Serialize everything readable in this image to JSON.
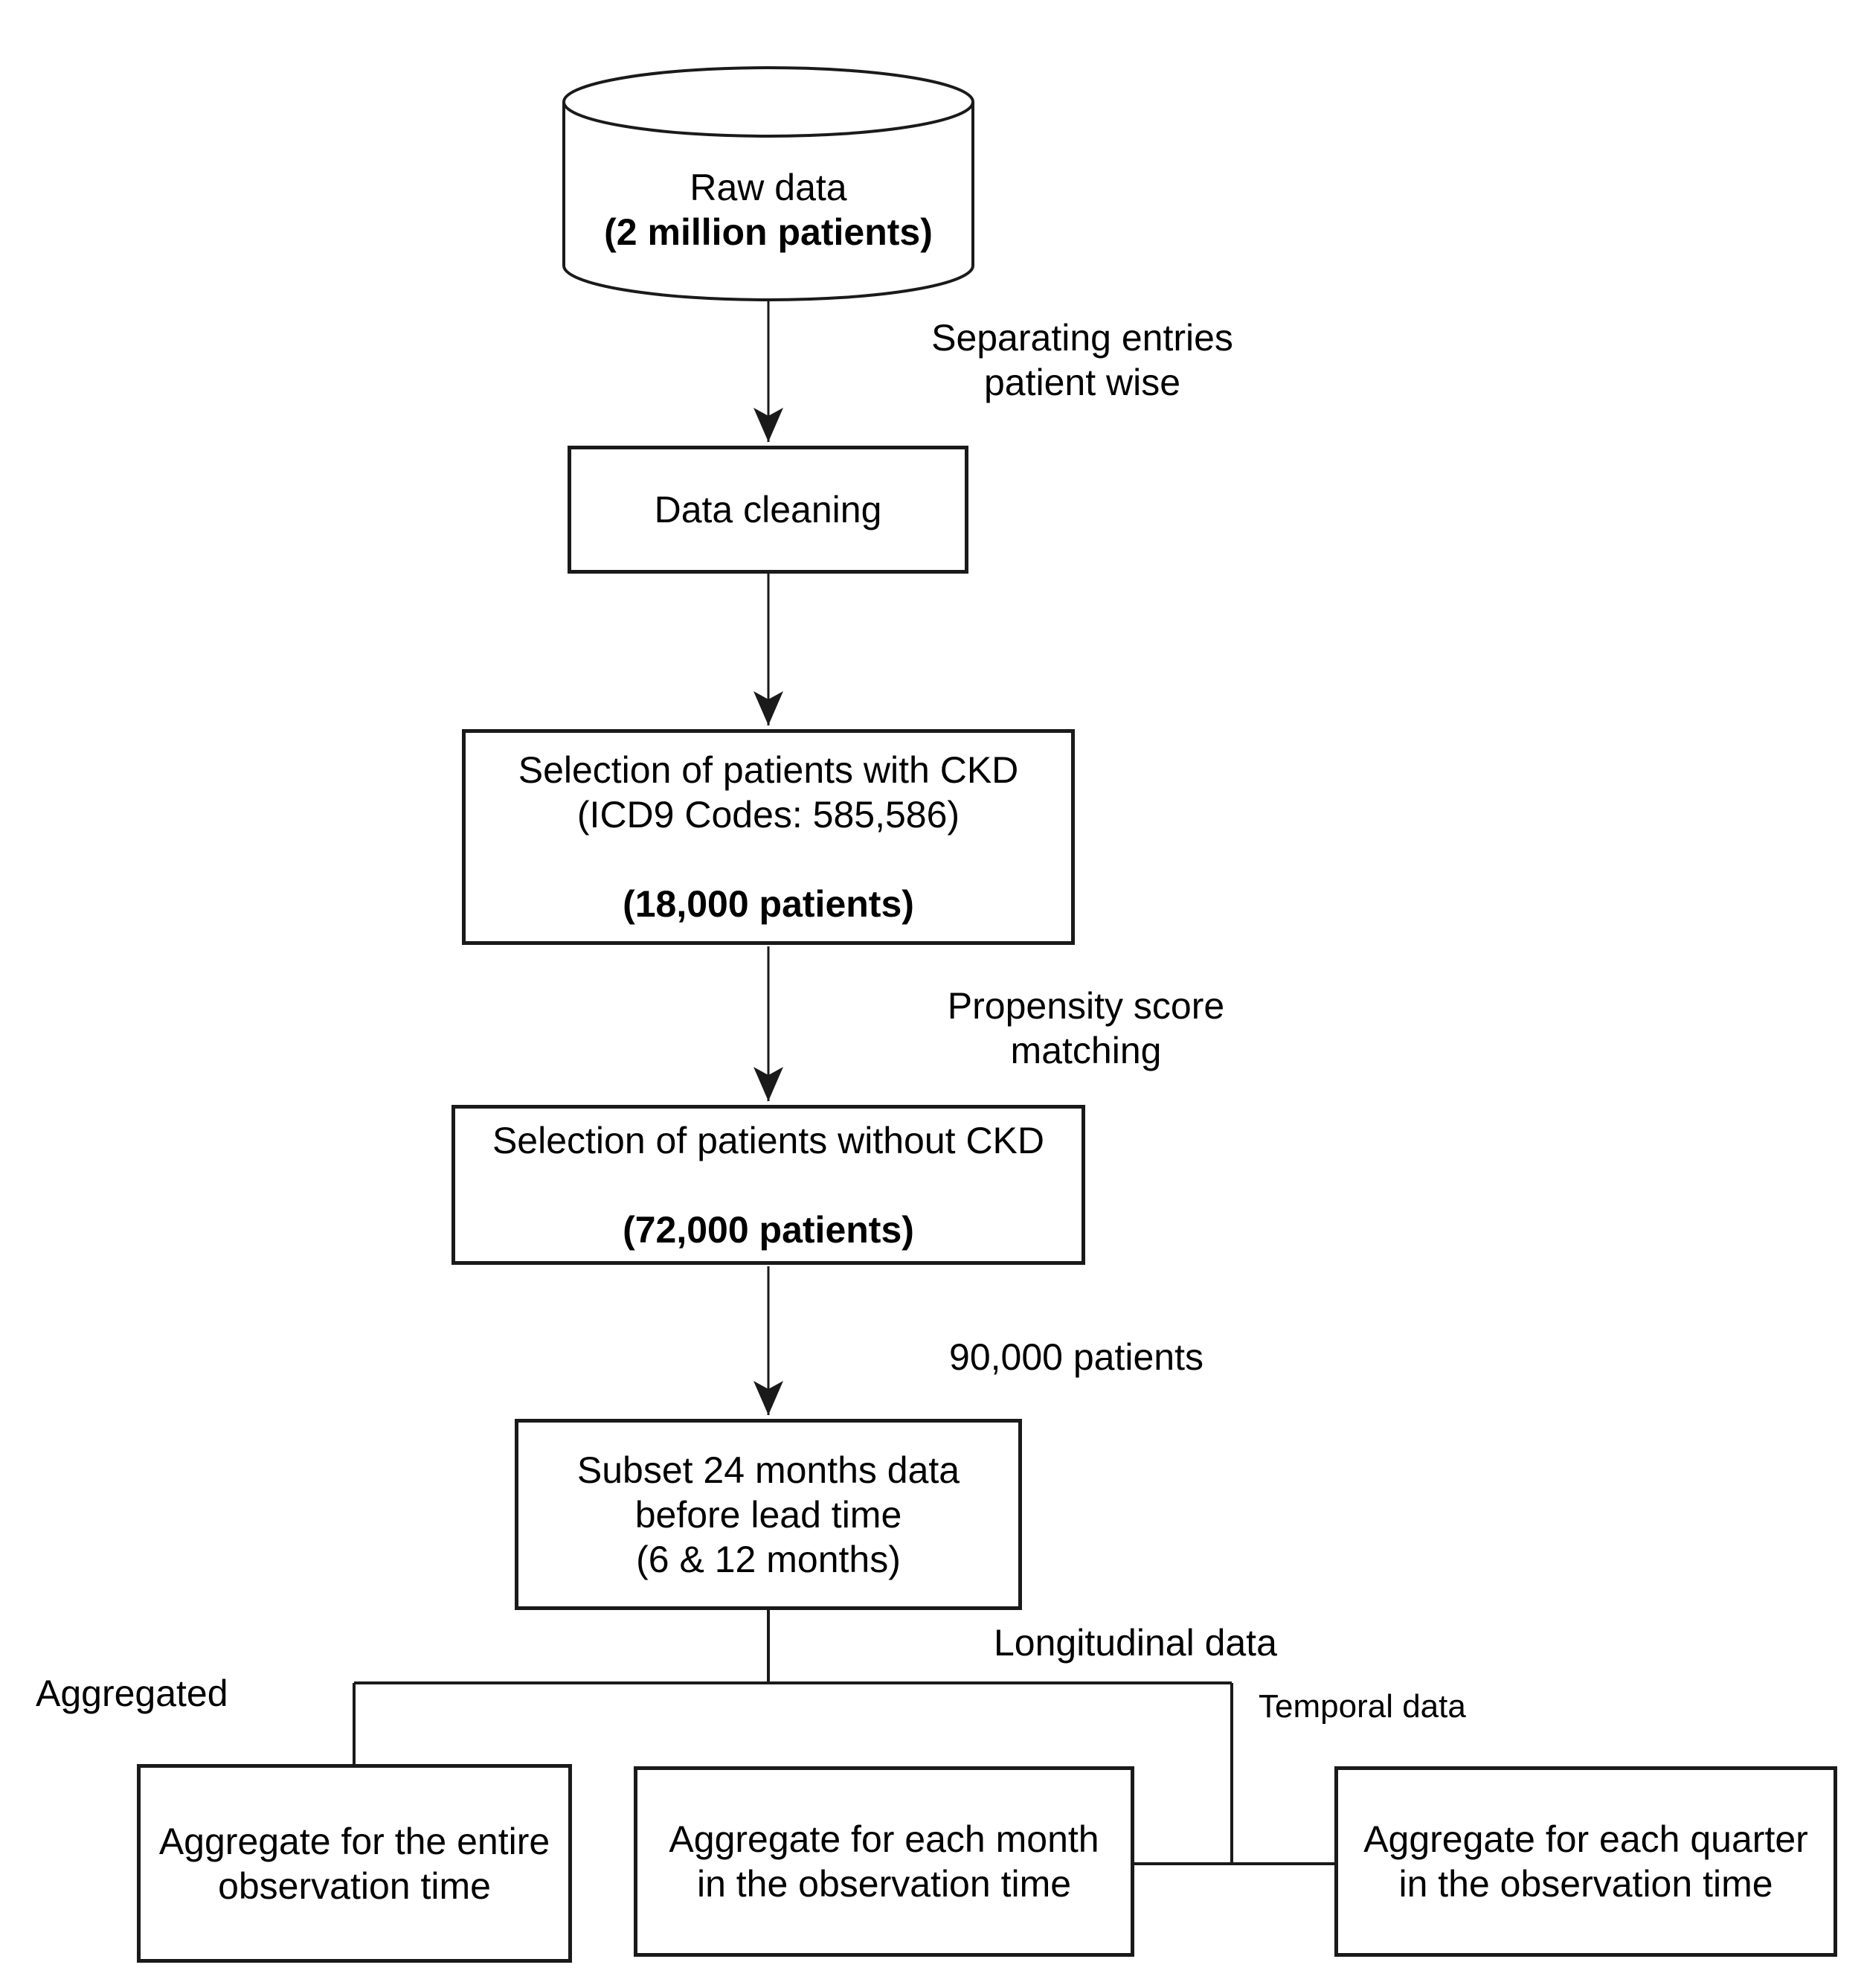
{
  "nodes": {
    "raw_data": {
      "lines": [
        "Raw data",
        "(2 million patients)"
      ]
    },
    "data_cleaning": {
      "lines": [
        "Data cleaning"
      ]
    },
    "ckd_selection": {
      "lines": [
        "Selection of patients with CKD",
        "(ICD9 Codes: 585,586)",
        "(18,000 patients)"
      ]
    },
    "no_ckd_selection": {
      "lines": [
        "Selection of patients without CKD",
        "(72,000 patients)"
      ]
    },
    "subset": {
      "lines": [
        "Subset 24 months data",
        "before lead time",
        "(6 & 12 months)"
      ]
    },
    "aggregate_entire": {
      "lines": [
        "Aggregate for the entire",
        "observation time"
      ]
    },
    "aggregate_month": {
      "lines": [
        "Aggregate for each month",
        "in the observation time"
      ]
    },
    "aggregate_quarter": {
      "lines": [
        "Aggregate for each quarter",
        "in the observation time"
      ]
    }
  },
  "edge_labels": {
    "separating": {
      "lines": [
        "Separating entries",
        "patient wise"
      ]
    },
    "propensity": {
      "lines": [
        "Propensity score",
        "matching"
      ]
    },
    "patients_90k": "90,000 patients",
    "longitudinal": "Longitudinal data",
    "aggregated": "Aggregated",
    "temporal": "Temporal data"
  },
  "colors": {
    "line": "#1a1a1a",
    "text": "#000000",
    "background": "#ffffff"
  }
}
